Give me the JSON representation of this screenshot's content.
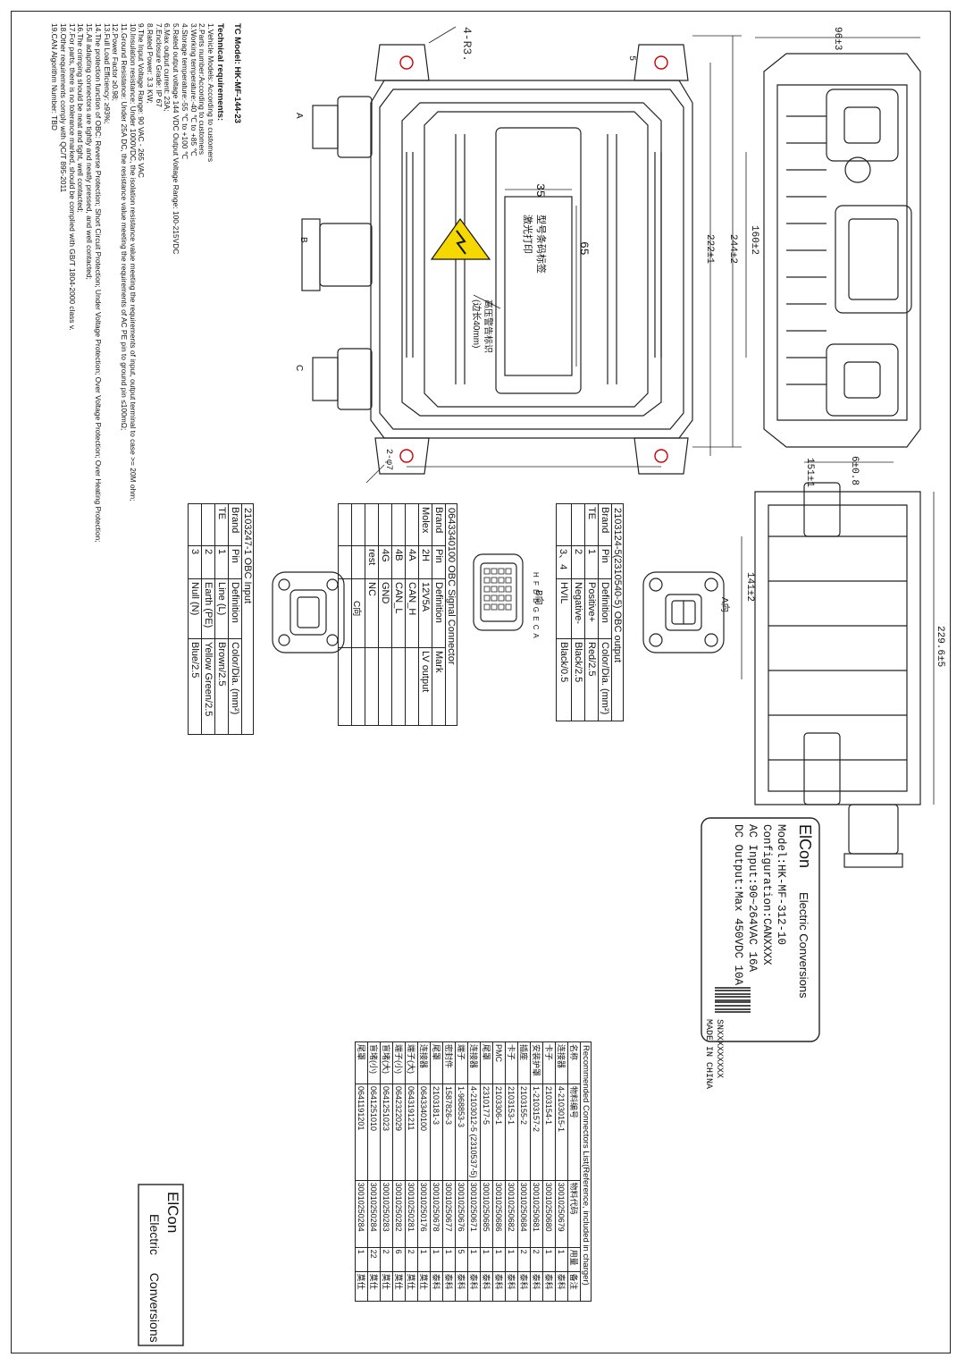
{
  "tech": {
    "model_title": "TC Model: HK-MF-144-23",
    "req_title": "Technical requirements:",
    "lines": [
      "1.Vehicle Models: According to customers",
      "2.Parts number:According to customers",
      "3.Working temperature:-40 ℃ to +85 ℃",
      "4.Storage temperature:-55 ℃ to +100 ℃",
      "5.Rated output voltage 144 VDC Output Voltage Range: 100-215VDC",
      "6.Max output current: 23A;",
      "7.Enclosure Grade: IP 67",
      "8.Rated Power: 3.3 KW;",
      "9.The Input Voltage Range: 90 VAC - 265 VAC",
      "10.Insulation resistance: Under 1000VDC, the isolation resistance value meeting the requirements of input, output terminal to case >= 20M ohm;",
      "11.Ground Resistance: Under 25A DC, the resistance value meeting the requirements of AC PE pin to ground pin ≤100mΩ;",
      "12.Power Factor ≥0.98;",
      "13.Full Load Efficiency: ≥93%;",
      "14.The protection function of OBC: Reverse Protection; Short Circuit Protection; Under Voltage Protection; Over Voltage Protection; Over Heating Protection;",
      "15.All adapting connectors are tightly and neatly pressed, and well contacted;",
      "16.The crimping should be neat and tight, well contacted;",
      "17.For parts, there is no tolerance marked, should be complied with GB/T 1804-2000 class v.",
      "18.Other requirements comply with QC/T 895-2011",
      "19.CAN Algorithm Number: TBD"
    ]
  },
  "dims": {
    "d96": "96±3",
    "d160": "160±2",
    "d244": "244±2",
    "d222": "222±1",
    "d151": "151±1",
    "d6": "6±0.8",
    "d141": "141±2",
    "d229": "229.6±5",
    "d35": "35",
    "d65": "65",
    "d5": "5",
    "r3": "4-R3.",
    "phi7": "2-φ7",
    "conn_a": "A",
    "conn_b": "B",
    "conn_c": "C",
    "view_a": "A向",
    "view_b": "B向",
    "view_c": "C向"
  },
  "label_area": {
    "line1": "型号条码标签",
    "line2": "激光打印",
    "warn1": "高压警告标识",
    "warn2": "(边长40mm)"
  },
  "output_table": {
    "title": "2103124-5(2310540-5) OBC output",
    "headers": [
      "Brand",
      "Pin",
      "Definition",
      "Color/Dia. (mm²)"
    ],
    "rows": [
      [
        "TE",
        "1",
        "Positive+",
        "Red/2.5"
      ],
      [
        "",
        "2",
        "Negative-",
        "Black/2.5"
      ],
      [
        "",
        "3、4",
        "HVIL",
        "Black/0.5"
      ]
    ]
  },
  "signal_table": {
    "title": "0643340100 OBC Signal Connector",
    "headers": [
      "Brand",
      "Pin",
      "Definition",
      "Mark"
    ],
    "rows": [
      [
        "Molex",
        "2H",
        "12V5A",
        "LV output"
      ],
      [
        "",
        "4A",
        "CAN_H",
        ""
      ],
      [
        "",
        "4B",
        "CAN_L",
        ""
      ],
      [
        "",
        "4G",
        "GND",
        ""
      ],
      [
        "",
        "rest",
        "NC",
        ""
      ],
      [
        "",
        "",
        "",
        ""
      ],
      [
        "",
        "",
        "",
        ""
      ]
    ],
    "pin_letters": [
      "H",
      "F",
      "D",
      "B",
      "G",
      "E",
      "C",
      "A"
    ]
  },
  "input_table": {
    "title": "2103247-1 OBC Input",
    "headers": [
      "Brand",
      "Pin",
      "Definition",
      "Color/Dia. (mm²)"
    ],
    "rows": [
      [
        "TE",
        "1",
        "Line (L)",
        "Brown/2.5"
      ],
      [
        "",
        "2",
        "Earth (PE)",
        "Yellow Green/2.5"
      ],
      [
        "",
        "3",
        "Null (N)",
        "Blue/2.5"
      ]
    ]
  },
  "nameplate": {
    "brand": "ElCon",
    "brand_sub": "Electric Conversions",
    "model": "Model:HK-MF-312-10",
    "config": "Configuration:CANXXXX",
    "ac": "AC Input:90~264VAC 16A",
    "dc": "DC Output:Max 450VDC 10A",
    "sn": "SNXXXXXXXXX",
    "made": "MADE IN CHINA"
  },
  "connectors_list": {
    "title": "Recommended Connectors List(Reference, included in charger)",
    "headers": [
      "名称",
      "物料编号",
      "物料代码",
      "用量",
      "备注"
    ],
    "rows": [
      [
        "连接器",
        "4-2103015-1",
        "30010250679",
        "1",
        "泰科"
      ],
      [
        "卡子",
        "2103154-1",
        "30010250680",
        "1",
        "泰科"
      ],
      [
        "安装护罩",
        "1-2103157-2",
        "30010250681",
        "2",
        "泰科"
      ],
      [
        "插座",
        "2103155-2",
        "30010250684",
        "2",
        "泰科"
      ],
      [
        "卡子",
        "2103153-1",
        "30010250682",
        "1",
        "泰科"
      ],
      [
        "PMC",
        "2103306-1",
        "30010250686",
        "1",
        "泰科"
      ],
      [
        "尾罩",
        "2310177-5",
        "30010250685",
        "1",
        "泰科"
      ],
      [
        "连接器",
        "4-2103012-5 (2310537-5)",
        "30010250671",
        "1",
        "泰科"
      ],
      [
        "端子",
        "1-968853-3",
        "30010250676",
        "5",
        "泰科"
      ],
      [
        "密封件",
        "1587826-3",
        "30010250677",
        "1",
        "泰科"
      ],
      [
        "尾罩",
        "2103181-3",
        "30010250678",
        "1",
        "泰科"
      ],
      [
        "连接器",
        "0643340100",
        "30010250176",
        "1",
        "莫仕"
      ],
      [
        "端子(大)",
        "0643191211",
        "30010250281",
        "2",
        "莫仕"
      ],
      [
        "端子(小)",
        "0642322029",
        "30010250282",
        "6",
        "莫仕"
      ],
      [
        "盲堵(大)",
        "0641251023",
        "30010250283",
        "2",
        "莫仕"
      ],
      [
        "盲堵(小)",
        "0641251010",
        "30010250284",
        "22",
        "莫仕"
      ],
      [
        "尾罩",
        "0641191201",
        "30010250284",
        "1",
        "莫仕"
      ]
    ]
  },
  "title_block": {
    "brand": "ElCon",
    "sub1": "Electric",
    "sub2": "Conversions"
  }
}
